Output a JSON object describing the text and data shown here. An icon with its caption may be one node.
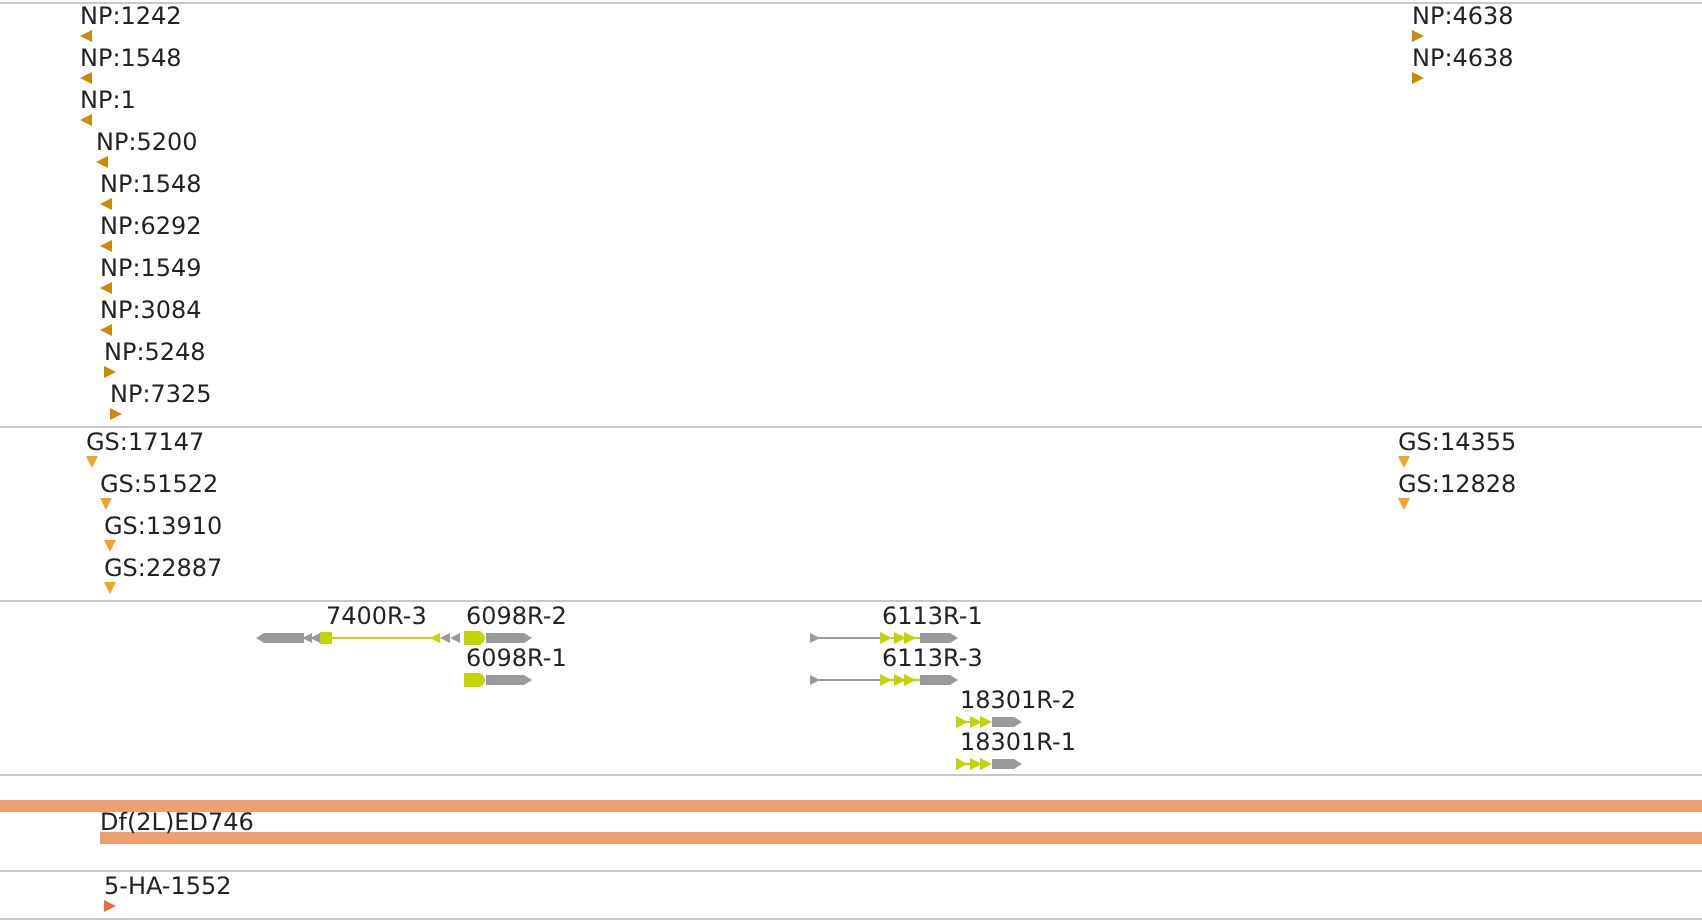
{
  "diagram": {
    "labels": [
      "NP:1242",
      "NP:4638",
      "NP:1548",
      "NP:4638",
      "NP:1",
      "NP:5200",
      "NP:1548",
      "NP:6292",
      "NP:1549",
      "NP:3084",
      "NP:5248",
      "NP:7325",
      "GS:17147",
      "GS:14355",
      "GS:51522",
      "GS:12828",
      "GS:13910",
      "GS:22887",
      "7400R-3",
      "6098R-2",
      "6113R-1",
      "6098R-1",
      "6113R-3",
      "18301R-2",
      "18301R-1",
      "Df(2L)ED746",
      "5-HA-1552"
    ]
  }
}
